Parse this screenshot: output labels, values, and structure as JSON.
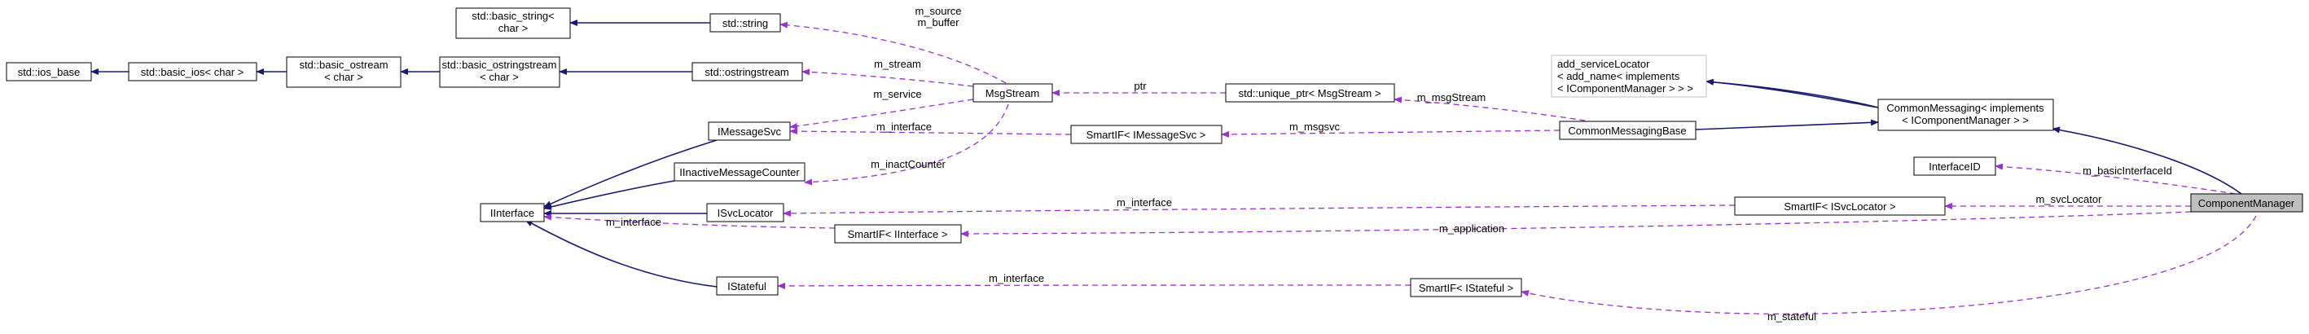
{
  "nodes": {
    "std_basic_string": [
      "std::basic_string<",
      "char >"
    ],
    "std_string": [
      "std::string"
    ],
    "std_ios_base": [
      "std::ios_base"
    ],
    "std_basic_ios": [
      "std::basic_ios< char >"
    ],
    "std_basic_ostream": [
      "std::basic_ostream",
      "< char >"
    ],
    "std_basic_ostringstream": [
      "std::basic_ostringstream",
      "< char >"
    ],
    "std_ostringstream": [
      "std::ostringstream"
    ],
    "MsgStream": [
      "MsgStream"
    ],
    "IMessageSvc": [
      "IMessageSvc"
    ],
    "IInactiveMessageCounter": [
      "IInactiveMessageCounter"
    ],
    "IInterface": [
      "IInterface"
    ],
    "ISvcLocator": [
      "ISvcLocator"
    ],
    "IStateful": [
      "IStateful"
    ],
    "SmartIF_IInterface": [
      "SmartIF< IInterface >"
    ],
    "unique_ptr_MsgStream": [
      "std::unique_ptr< MsgStream >"
    ],
    "SmartIF_IMessageSvc": [
      "SmartIF< IMessageSvc >"
    ],
    "add_serviceLocator": [
      "add_serviceLocator",
      "< add_name< implements",
      "< IComponentManager > > >"
    ],
    "CommonMessagingBase": [
      "CommonMessagingBase"
    ],
    "CommonMessaging": [
      "CommonMessaging< implements",
      "< IComponentManager > >"
    ],
    "InterfaceID": [
      "InterfaceID"
    ],
    "SmartIF_ISvcLocator": [
      "SmartIF< ISvcLocator >"
    ],
    "SmartIF_IStateful": [
      "SmartIF< IStateful >"
    ],
    "ComponentManager": [
      "ComponentManager"
    ]
  },
  "edges": {
    "m_source_buffer": [
      "m_source",
      "m_buffer"
    ],
    "m_stream": [
      "m_stream"
    ],
    "m_service": [
      "m_service"
    ],
    "m_interface": [
      "m_interface"
    ],
    "m_inactCounter": [
      "m_inactCounter"
    ],
    "ptr": [
      "ptr"
    ],
    "m_msgStream": [
      "m_msgStream"
    ],
    "m_msgsvc": [
      "m_msgsvc"
    ],
    "m_basicInterfaceId": [
      "m_basicInterfaceId"
    ],
    "m_svcLocator": [
      "m_svcLocator"
    ],
    "m_application": [
      "m_application"
    ],
    "m_stateful": [
      "m_stateful"
    ]
  },
  "colors": {
    "inheritance": "#191970",
    "usage": "#9a32cd",
    "focus_fill": "#bfbfbf",
    "grey_border": "#bfbfbf"
  }
}
